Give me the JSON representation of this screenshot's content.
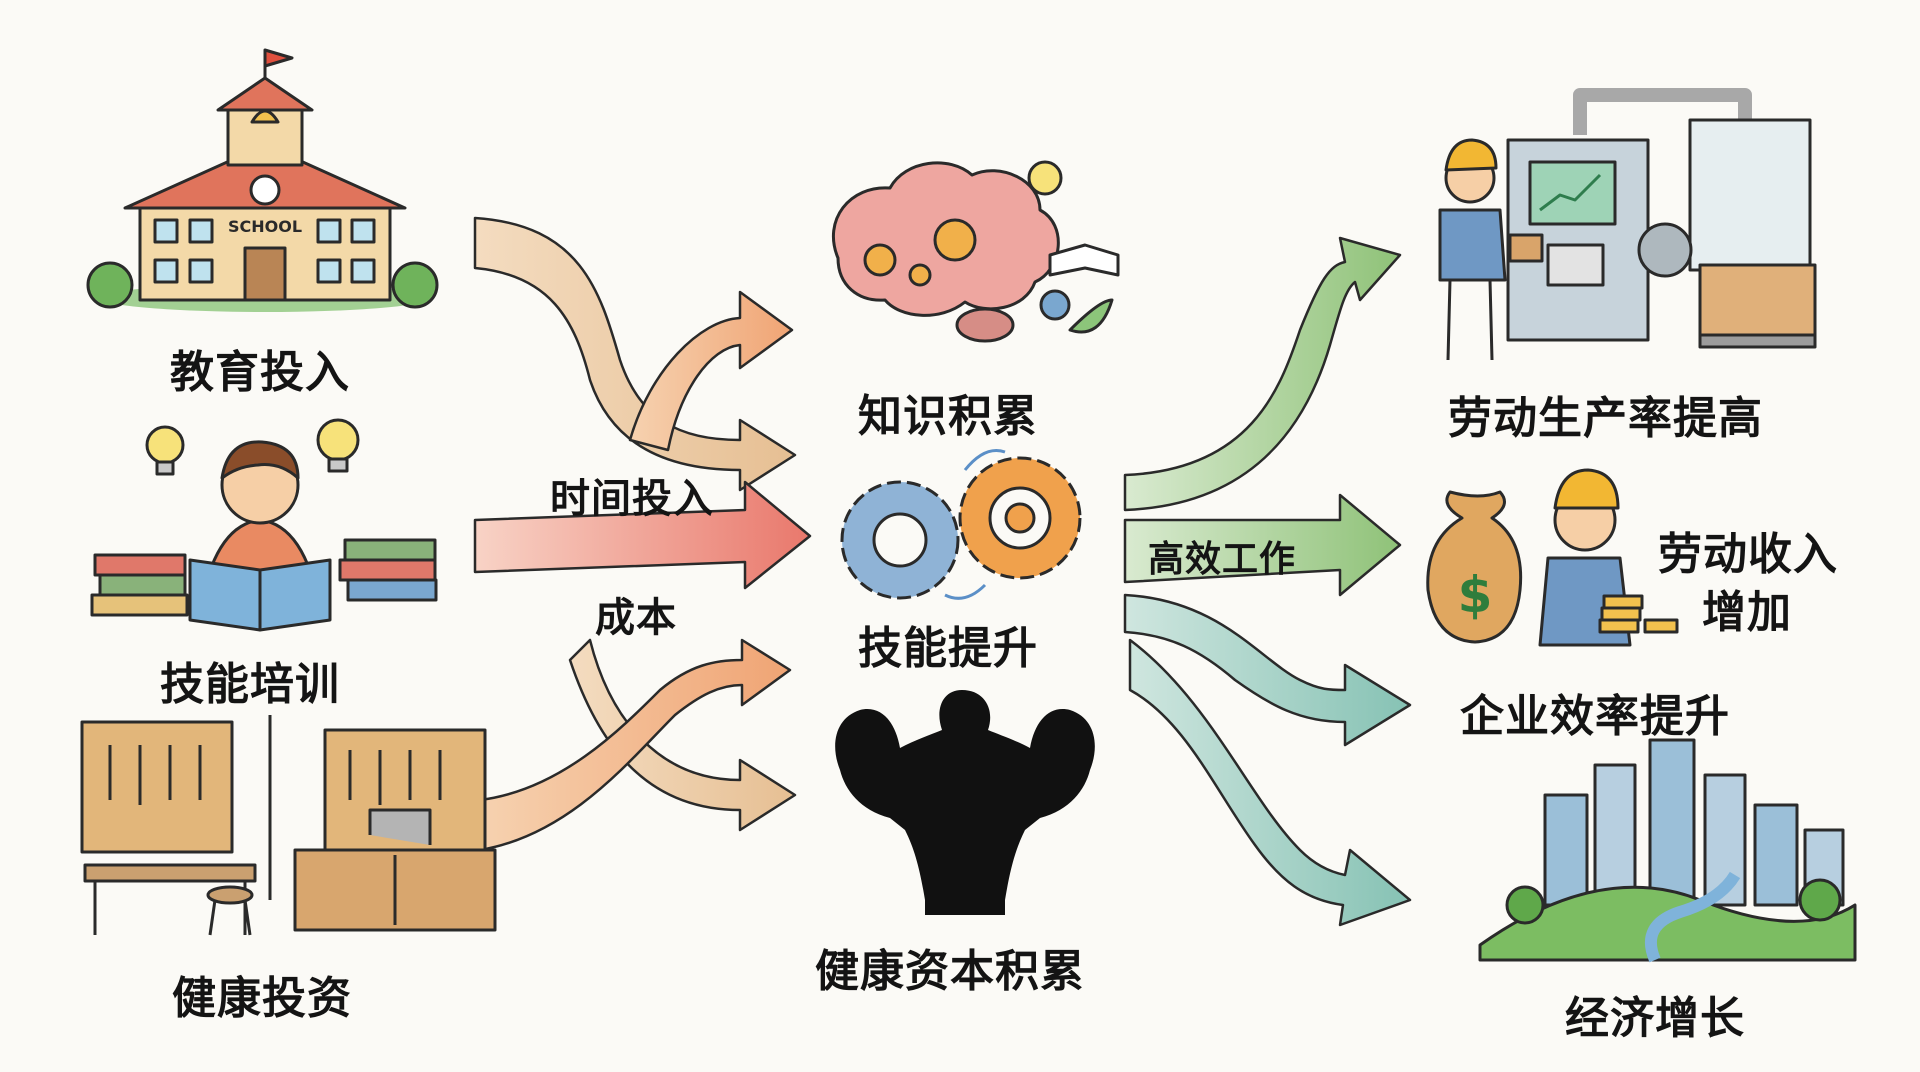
{
  "inputs": [
    {
      "id": "education",
      "label": "教育投入"
    },
    {
      "id": "training",
      "label": "技能培训"
    },
    {
      "id": "health",
      "label": "健康投资"
    }
  ],
  "school_sign": "SCHOOL",
  "flow_labels": {
    "time": "时间投入",
    "cost": "成本",
    "work": "高效工作"
  },
  "capital": [
    {
      "id": "knowledge",
      "label": "知识积累"
    },
    {
      "id": "skills",
      "label": "技能提升"
    },
    {
      "id": "health_capital",
      "label": "健康资本积累"
    }
  ],
  "outcomes": [
    {
      "id": "productivity",
      "label": "劳动生产率提高"
    },
    {
      "id": "income_line1",
      "label": "劳动收入"
    },
    {
      "id": "income_line2",
      "label": "增加"
    },
    {
      "id": "efficiency",
      "label": "企业效率提升"
    },
    {
      "id": "growth",
      "label": "经济增长"
    }
  ],
  "money_symbol": "$",
  "icons": [
    "school-icon",
    "student-reading-icon",
    "workshop-icon",
    "brain-icon",
    "gears-icon",
    "strongman-icon",
    "factory-worker-icon",
    "money-bag-icon",
    "city-icon",
    "lightbulb-icon"
  ],
  "colors": {
    "arrow_beige": "#e9c9a1",
    "arrow_orange": "#f2b48a",
    "arrow_red": "#ea8b7f",
    "arrow_green": "#a9d08e",
    "arrow_teal": "#9ccfc3",
    "ink": "#1a1a1a"
  }
}
